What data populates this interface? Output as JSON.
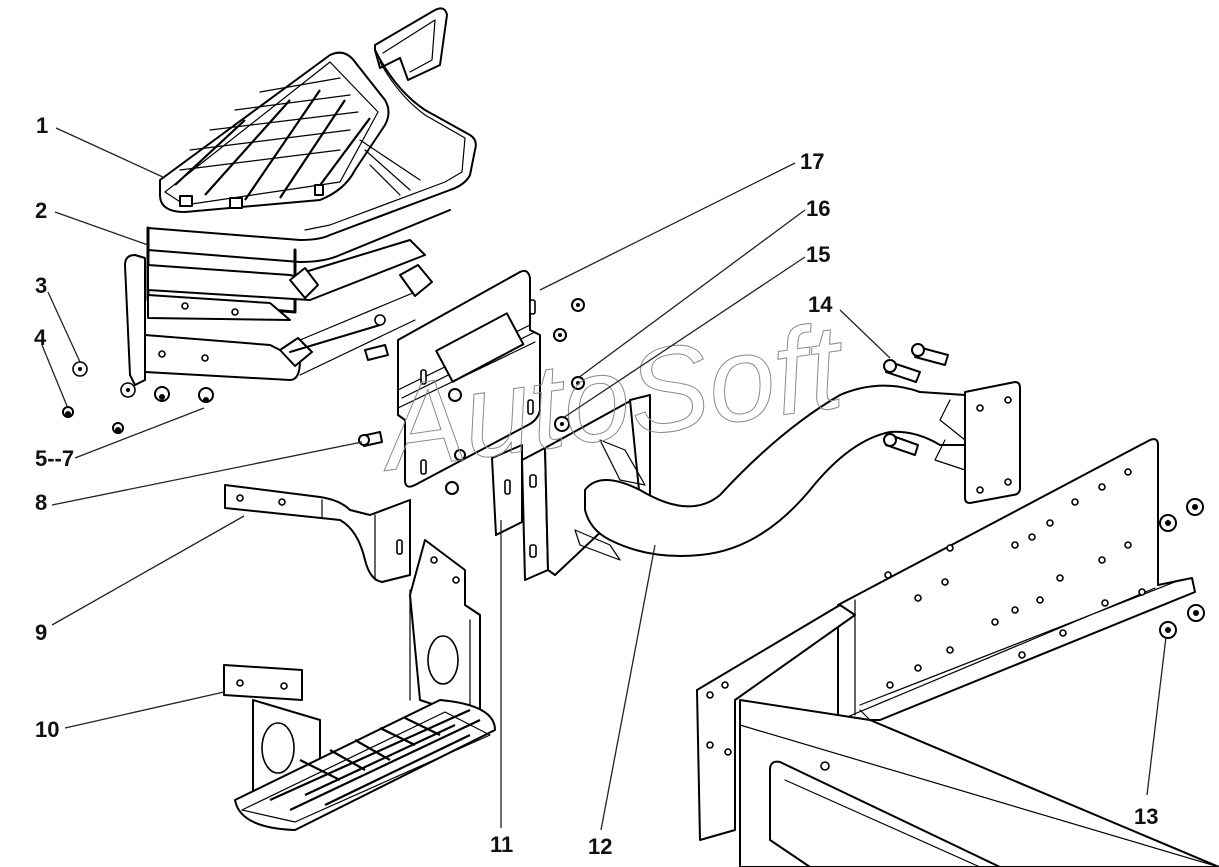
{
  "diagram": {
    "type": "exploded-parts-view",
    "subject": "cab step assembly",
    "background_color": "#ffffff",
    "line_color": "#000000",
    "watermark": {
      "text": "AutoSoft",
      "color": "#8a8a8a"
    },
    "callouts": [
      {
        "id": "c1",
        "label": "1"
      },
      {
        "id": "c2",
        "label": "2"
      },
      {
        "id": "c3",
        "label": "3"
      },
      {
        "id": "c4",
        "label": "4"
      },
      {
        "id": "c5",
        "label": "5--7"
      },
      {
        "id": "c8",
        "label": "8"
      },
      {
        "id": "c9",
        "label": "9"
      },
      {
        "id": "c10",
        "label": "10"
      },
      {
        "id": "c11",
        "label": "11"
      },
      {
        "id": "c12",
        "label": "12"
      },
      {
        "id": "c13",
        "label": "13"
      },
      {
        "id": "c14",
        "label": "14"
      },
      {
        "id": "c15",
        "label": "15"
      },
      {
        "id": "c16",
        "label": "16"
      },
      {
        "id": "c17",
        "label": "17"
      }
    ]
  }
}
